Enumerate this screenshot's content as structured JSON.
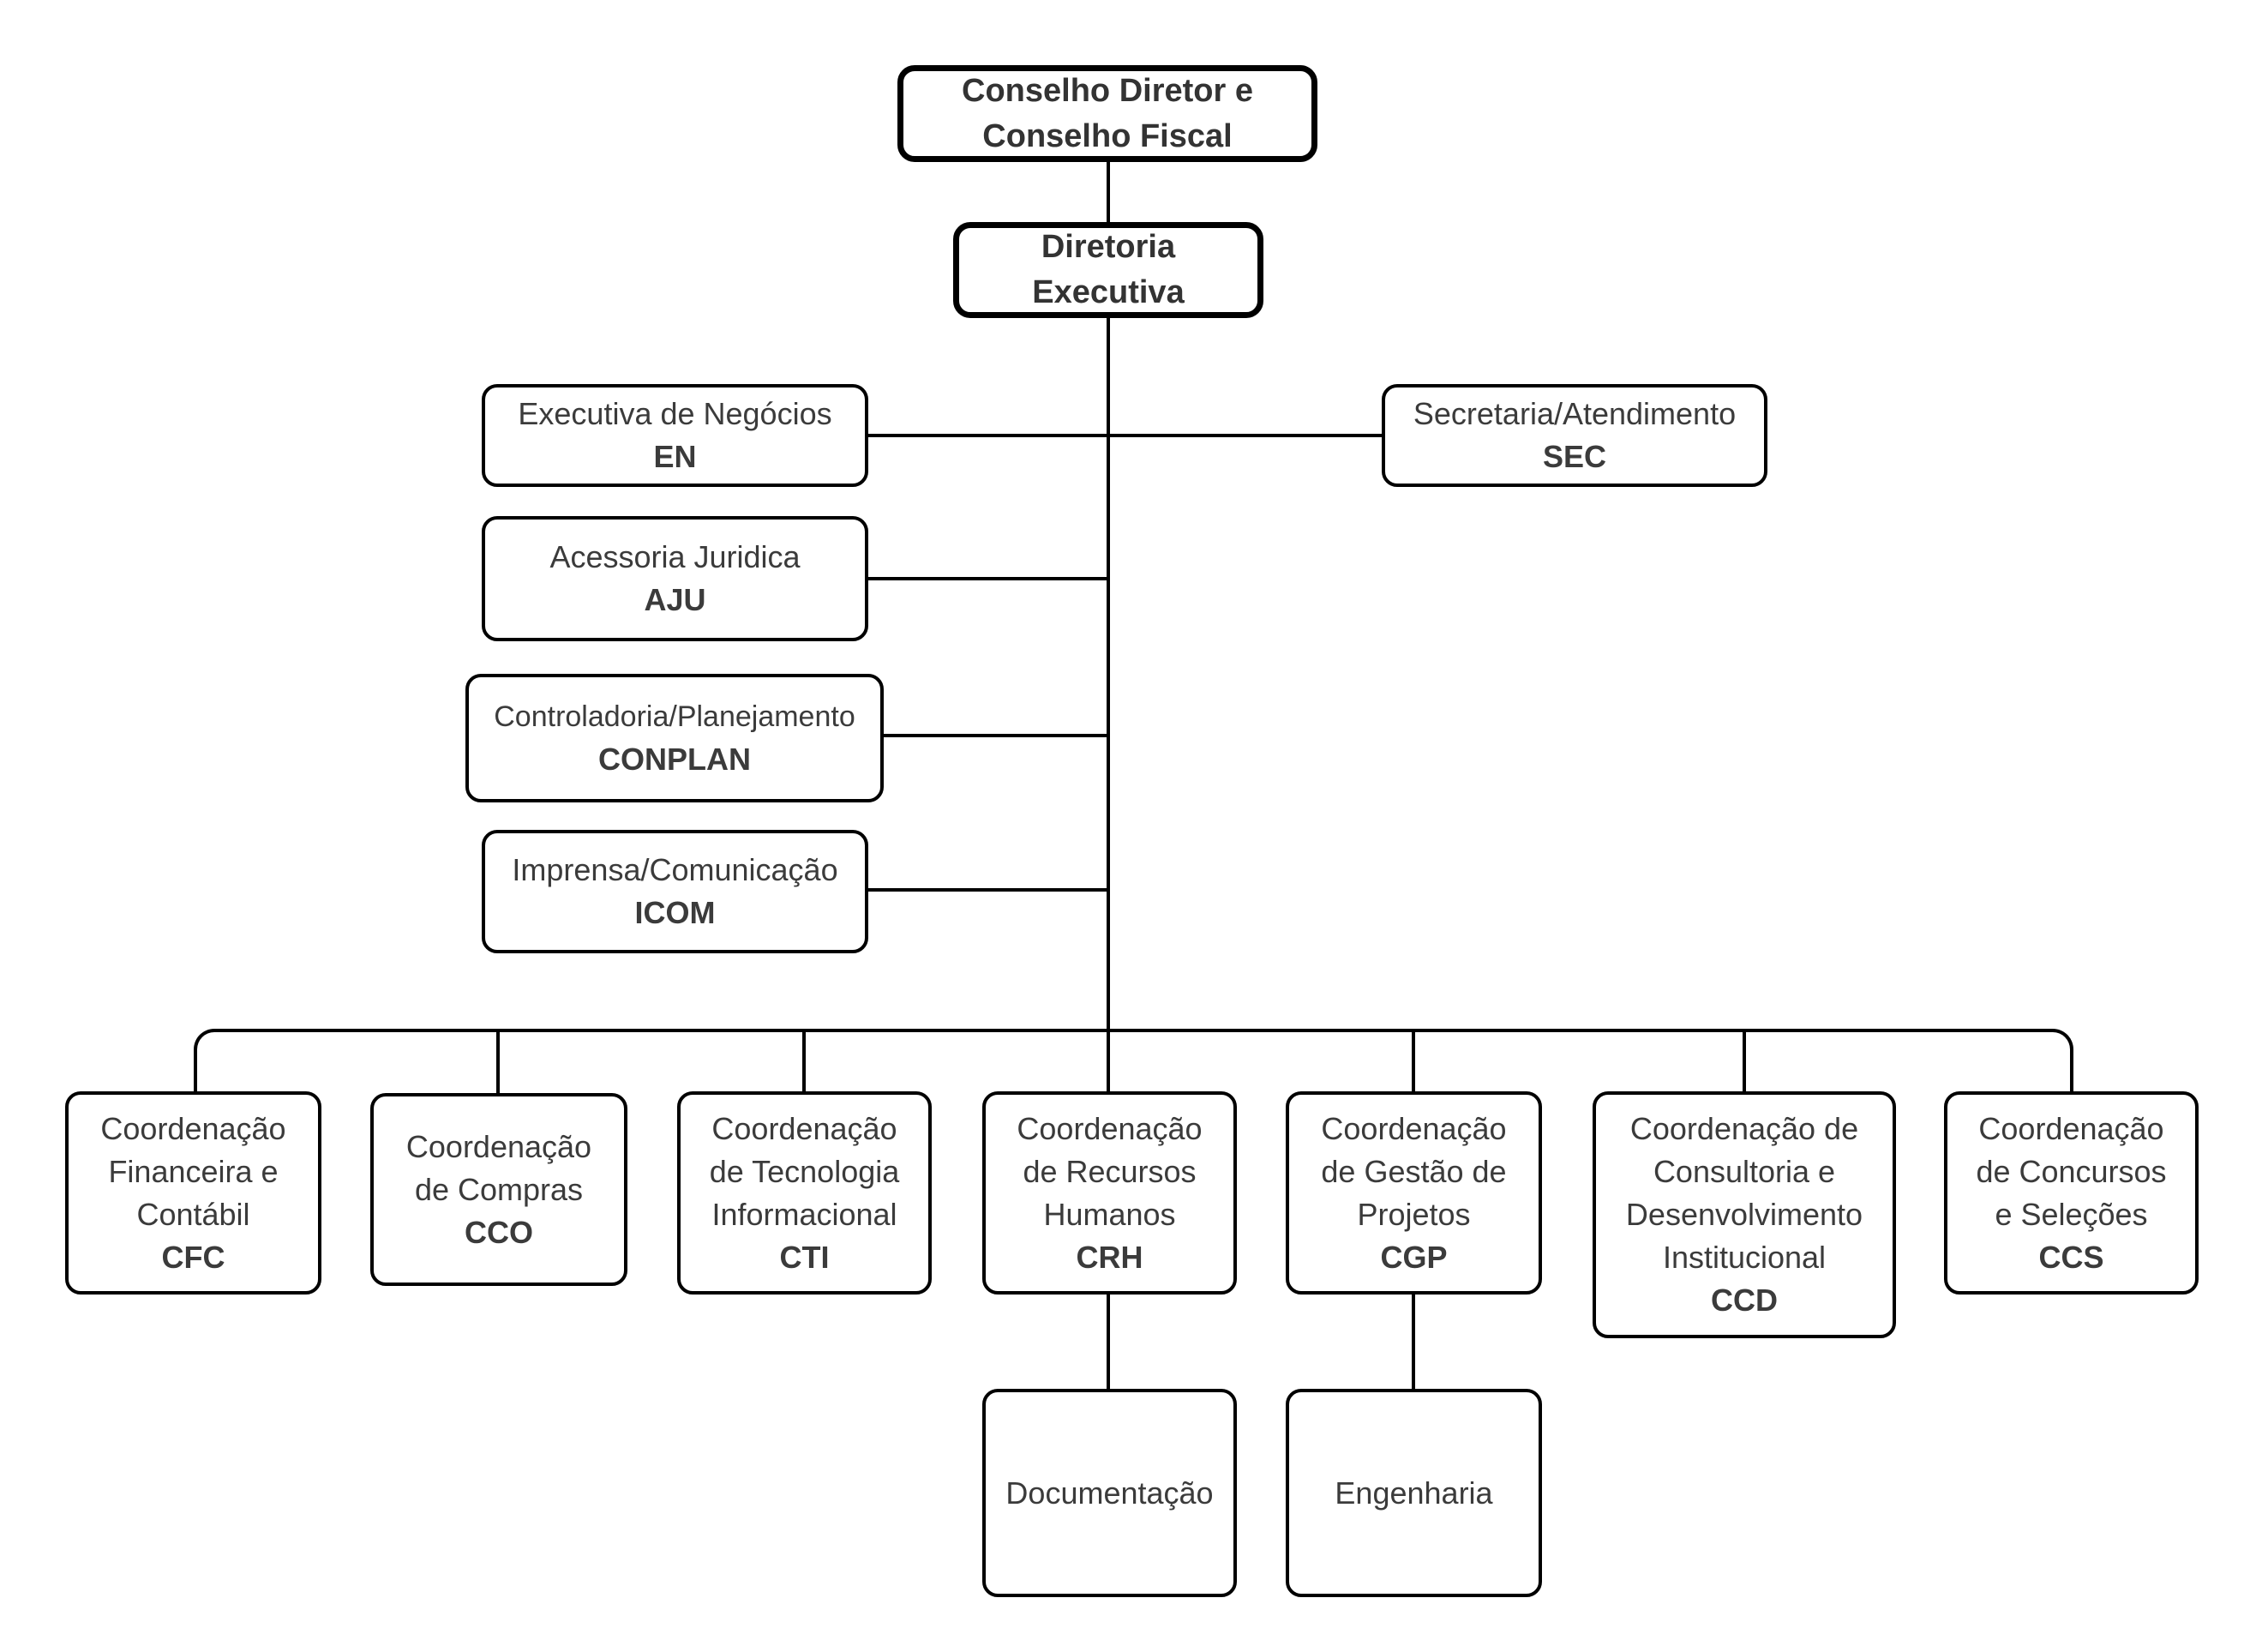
{
  "diagram": {
    "type": "org-chart",
    "background_color": "#ffffff",
    "line_color": "#000000",
    "text_color": "#3b3b3b",
    "emphasis_border_color": "#000000"
  },
  "nodes": {
    "conselho": {
      "lines": [
        "Conselho Diretor e",
        "Conselho Fiscal"
      ]
    },
    "diretoria": {
      "lines": [
        "Diretoria",
        "Executiva"
      ]
    },
    "en": {
      "lines": [
        "Executiva de Negócios"
      ],
      "abbr": "EN"
    },
    "sec": {
      "lines": [
        "Secretaria/Atendimento"
      ],
      "abbr": "SEC"
    },
    "aju": {
      "lines": [
        "Acessoria Juridica"
      ],
      "abbr": "AJU"
    },
    "conplan": {
      "lines": [
        "Controladoria/Planejamento"
      ],
      "abbr": "CONPLAN"
    },
    "icom": {
      "lines": [
        "Imprensa/Comunicação"
      ],
      "abbr": "ICOM"
    },
    "cfc": {
      "lines": [
        "Coordenação",
        "Financeira e",
        "Contábil"
      ],
      "abbr": "CFC"
    },
    "cco": {
      "lines": [
        "Coordenação",
        "de Compras"
      ],
      "abbr": "CCO"
    },
    "cti": {
      "lines": [
        "Coordenação",
        "de Tecnologia",
        "Informacional"
      ],
      "abbr": "CTI"
    },
    "crh": {
      "lines": [
        "Coordenação",
        "de Recursos",
        "Humanos"
      ],
      "abbr": "CRH"
    },
    "cgp": {
      "lines": [
        "Coordenação",
        "de Gestão de",
        "Projetos"
      ],
      "abbr": "CGP"
    },
    "ccd": {
      "lines": [
        "Coordenação de",
        "Consultoria e",
        "Desenvolvimento",
        "Institucional"
      ],
      "abbr": "CCD"
    },
    "ccs": {
      "lines": [
        "Coordenação",
        "de Concursos",
        "e Seleções"
      ],
      "abbr": "CCS"
    },
    "documentacao": {
      "lines": [
        "Documentação"
      ]
    },
    "engenharia": {
      "lines": [
        "Engenharia"
      ]
    }
  },
  "hierarchy": {
    "conselho": [
      "diretoria"
    ],
    "diretoria": [
      "en",
      "sec",
      "aju",
      "conplan",
      "icom",
      "cfc",
      "cco",
      "cti",
      "crh",
      "cgp",
      "ccd",
      "ccs"
    ],
    "crh": [
      "documentacao"
    ],
    "cgp": [
      "engenharia"
    ]
  }
}
